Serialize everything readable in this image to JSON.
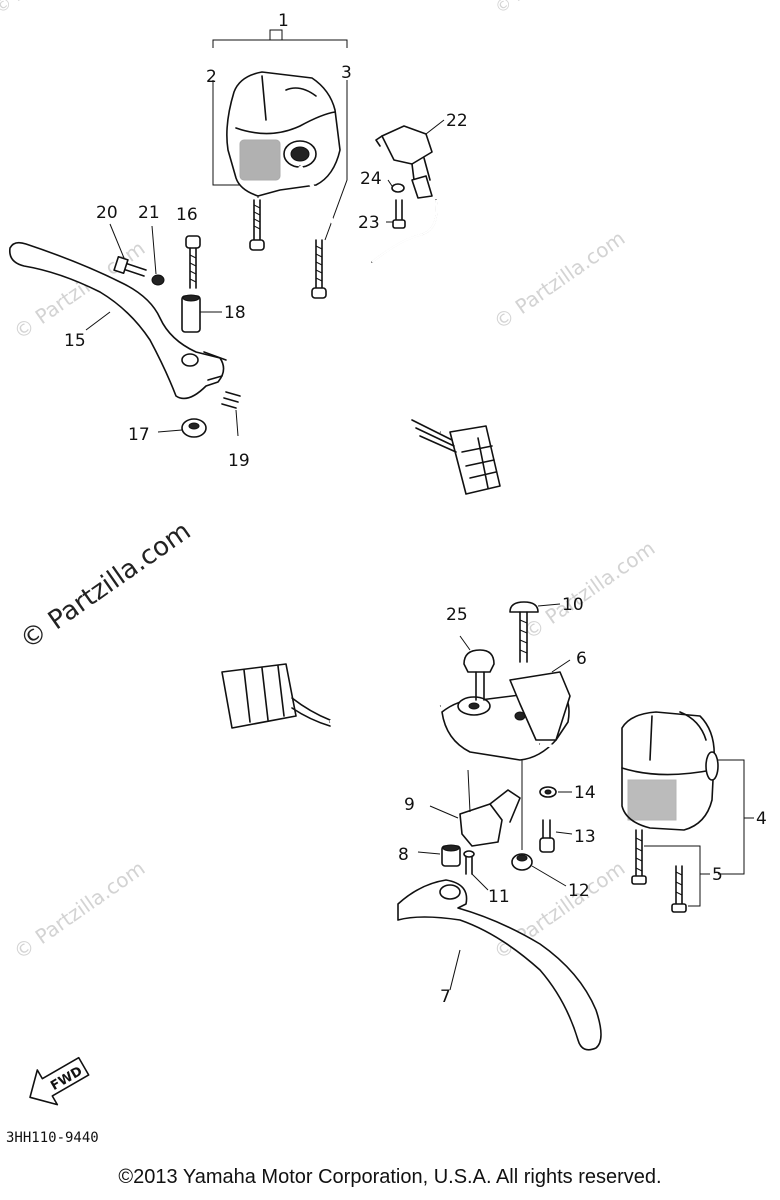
{
  "callouts": {
    "c1": "1",
    "c2": "2",
    "c3": "3",
    "c4": "4",
    "c5": "5",
    "c6": "6",
    "c7": "7",
    "c8": "8",
    "c9": "9",
    "c10": "10",
    "c11": "11",
    "c12": "12",
    "c13": "13",
    "c14": "14",
    "c15": "15",
    "c16": "16",
    "c17": "17",
    "c18": "18",
    "c19": "19",
    "c20": "20",
    "c21": "21",
    "c22": "22",
    "c23": "23",
    "c24": "24",
    "c25": "25"
  },
  "watermark": {
    "text": "© Partzilla.com",
    "color": "#d3d3d3"
  },
  "fwd_label": "FWD",
  "part_number": "3HH110-9440",
  "copyright": "©2013  Yamaha Motor Corporation, U.S.A. All rights reserved."
}
